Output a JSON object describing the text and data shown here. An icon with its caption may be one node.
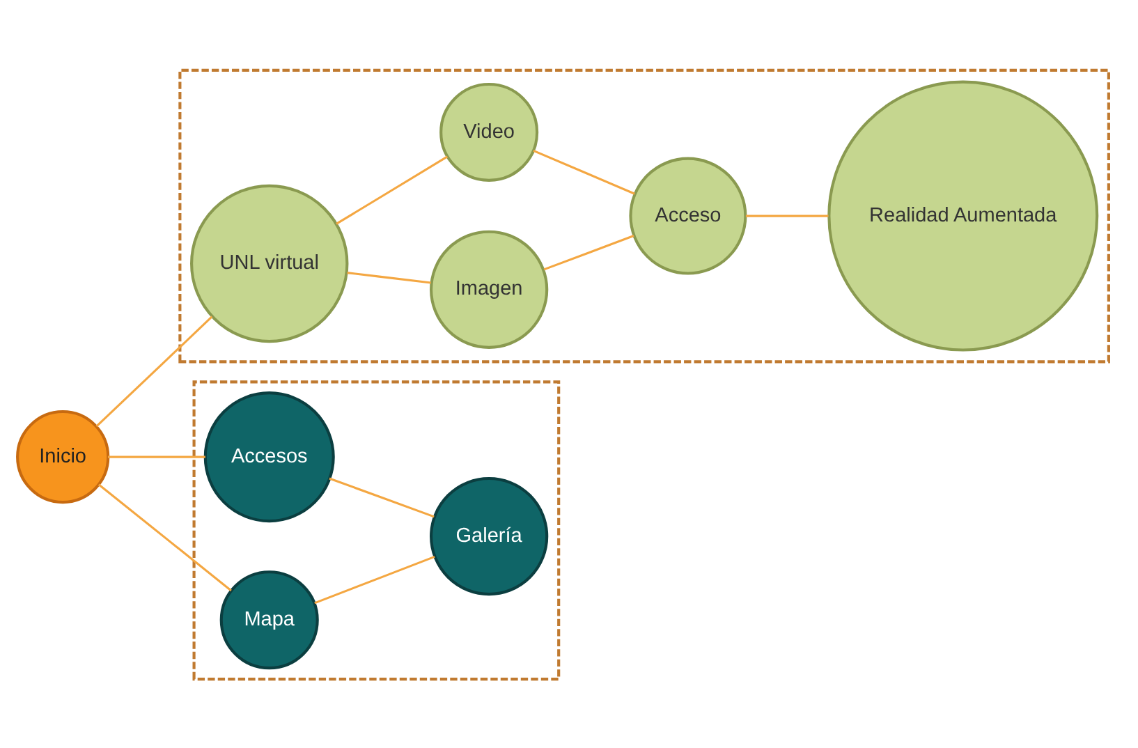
{
  "diagram": {
    "nodes": [
      {
        "text": [],
        "shape": "box"
      },
      {
        "text": [],
        "shape": "box"
      },
      {
        "text": [
          "Inicio"
        ]
      },
      {
        "text": [
          "UNL virtual"
        ],
        "in": 0
      },
      {
        "text": [
          "Imagen"
        ],
        "in": 0
      },
      {
        "text": [
          "Video"
        ],
        "in": 0
      },
      {
        "text": [
          "Acceso"
        ],
        "in": 0
      },
      {
        "text": [
          "Realidad Aumentada"
        ],
        "in": 0
      },
      {
        "text": [
          "Accesos"
        ],
        "in": 1
      },
      {
        "text": [
          "Mapa"
        ],
        "in": 1
      },
      {
        "text": [
          "Galería"
        ],
        "in": 1
      }
    ],
    "edges": [
      {
        "from": 2,
        "to": 3,
        "arrow": "none"
      },
      {
        "from": 3,
        "to": 4,
        "arrow": "none"
      },
      {
        "from": 3,
        "to": 5,
        "arrow": "none"
      },
      {
        "from": 4,
        "to": 6,
        "arrow": "none"
      },
      {
        "from": 5,
        "to": 6,
        "arrow": "none"
      },
      {
        "from": 6,
        "to": 7,
        "arrow": "none"
      },
      {
        "from": 2,
        "to": 8,
        "arrow": "none"
      },
      {
        "from": 2,
        "to": 9,
        "arrow": "none"
      },
      {
        "from": 8,
        "to": 10,
        "arrow": "none"
      },
      {
        "from": 9,
        "to": 10,
        "arrow": "none"
      }
    ]
  }
}
